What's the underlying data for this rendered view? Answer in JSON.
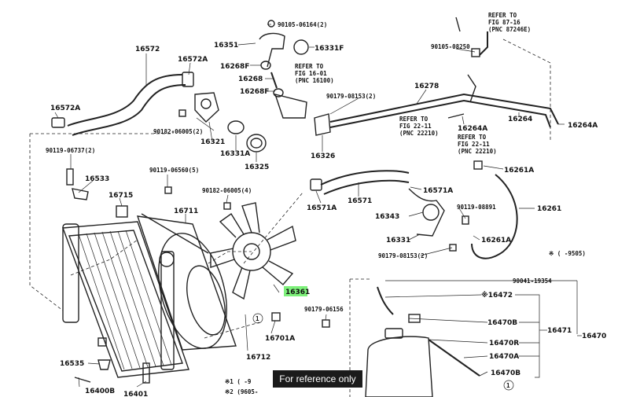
{
  "labels": {
    "p90105_06164": "90105-06164(2)",
    "p16351": "16351",
    "p16331F": "16331F",
    "p16268F_top": "16268F",
    "p16268": "16268",
    "p16268F_bot": "16268F",
    "ref1601_a": "REFER TO",
    "ref1601_b": "FIG 16-01",
    "ref1601_c": "(PNC 16100)",
    "ref8716_a": "REFER TO",
    "ref8716_b": "FIG 87-16",
    "ref8716_c": "(PNC 87246E)",
    "p90105_08250": "90105-08250",
    "p16572": "16572",
    "p16572A_top": "16572A",
    "p16572A_left": "16572A",
    "p90182_06005_2": "90182-06005(2)",
    "p16321": "16321",
    "p16331A_mid": "16331A",
    "p16325": "16325",
    "p90179_08153_2": "90179-08153(2)",
    "p16326": "16326",
    "p16278": "16278",
    "ref2211_a": "REFER TO",
    "ref2211_b": "FIG 22-11",
    "ref2211_c": "(PNC 22210)",
    "p16264A_mid": "16264A",
    "p16264": "16264",
    "p16264A_right": "16264A",
    "ref2211b_a": "REFER TO",
    "ref2211b_b": "FIG 22-11",
    "ref2211b_c": "(PNC 22210)",
    "p90119_06737": "90119-06737(2)",
    "p16533": "16533",
    "p90119_06560": "90119-06560(5)",
    "p16715": "16715",
    "p90182_06005_4": "90182-06005(4)",
    "p16711": "16711",
    "p16571A_top": "16571A",
    "p16571": "16571",
    "p16571A_left": "16571A",
    "p16261A_top": "16261A",
    "p16343": "16343",
    "p90119_08891": "90119-08891",
    "p16261": "16261",
    "p16331": "16331",
    "p16261A_bot": "16261A",
    "p90179_08153_b": "90179-08153(2)",
    "p9505": "※ (      -9505)",
    "p16361": "16361",
    "p90041_19354": "90041-19354",
    "p16472": "※16472",
    "p90179_06156": "90179-06156",
    "p16470B_top": "16470B",
    "p16471": "16471",
    "p16470": "16470",
    "p16701A": "16701A",
    "p16470R": "16470R",
    "p16470A": "16470A",
    "p16712": "16712",
    "p16470B_bot": "16470B",
    "p16535": "16535",
    "p16400B": "16400B",
    "p16401": "16401",
    "note1": "※1 (     -9",
    "note2": "※2 (9605-",
    "callout1": "1",
    "callout2": "1"
  },
  "badge": {
    "text": "For reference only"
  },
  "colors": {
    "highlight": "#7df07a",
    "line": "#222222",
    "badge_bg": "#1b1b1b"
  }
}
